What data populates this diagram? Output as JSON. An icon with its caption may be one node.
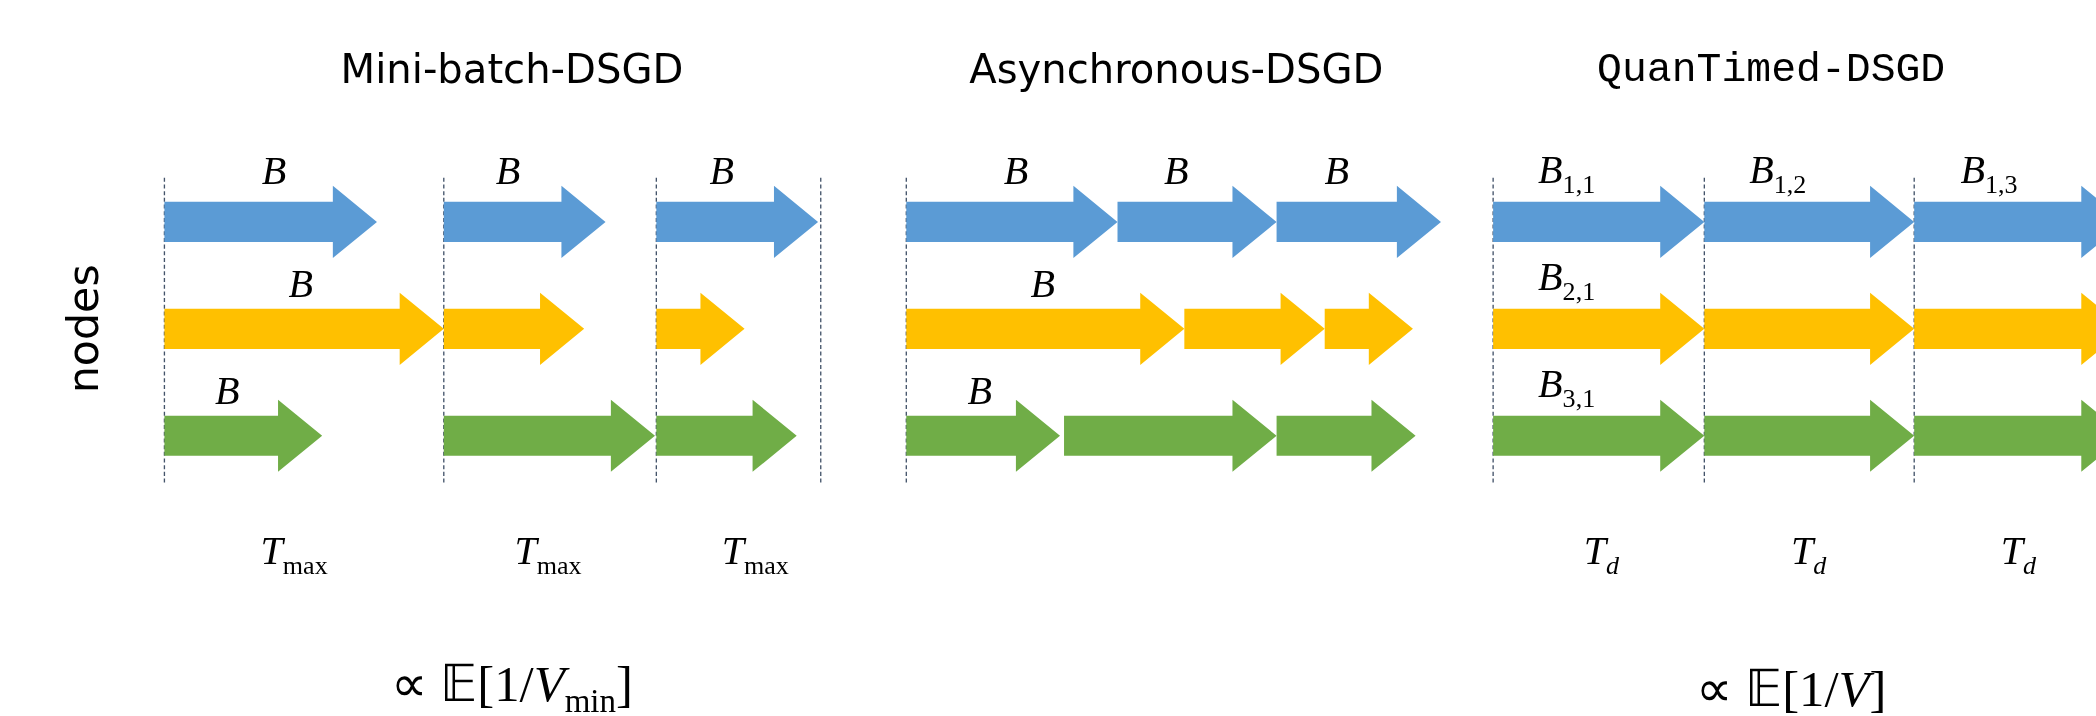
{
  "diagram": {
    "labels": [
      "Mini-batch-DSGD",
      "Asynchronous-DSGD",
      "QuanTimed-DSGD",
      "nodes",
      "B",
      "B",
      "B",
      "B",
      "B",
      "B",
      "*B*$_{1,1}$",
      "*B*$_{1,2}$",
      "*B*$_{1,3}$",
      "B",
      "B",
      "*B*$_{2,1}$",
      "B",
      "B",
      "*B*$_{3,1}$",
      "*T*$_{max}$",
      "*T*$_{max}$",
      "*T*$_{max}$",
      "*T*$_{d}$",
      "*T*$_{d}$",
      "*T*$_{d}$",
      "∝ 𝔼[1/*V*$_{min}$]",
      "∝ 𝔼[1/*V*]"
    ]
  }
}
